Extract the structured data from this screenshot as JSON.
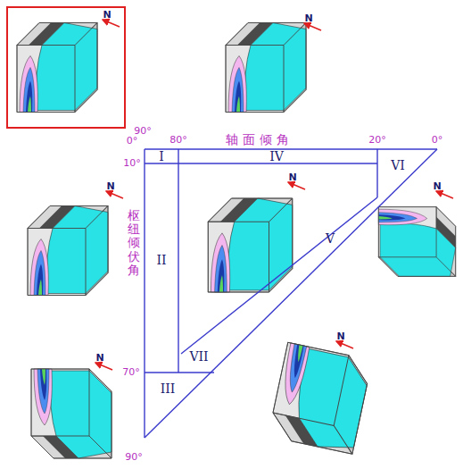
{
  "diagram": {
    "labels": [
      "90°",
      "0°",
      "80°",
      "轴面倾角",
      "20°",
      "0°",
      "10°",
      "I",
      "IV",
      "VI",
      "枢纽倾伏角",
      "II",
      "V",
      "VII",
      "70°",
      "III",
      "90°",
      "N",
      "N",
      "N",
      "N",
      "N",
      "N",
      "N"
    ]
  }
}
